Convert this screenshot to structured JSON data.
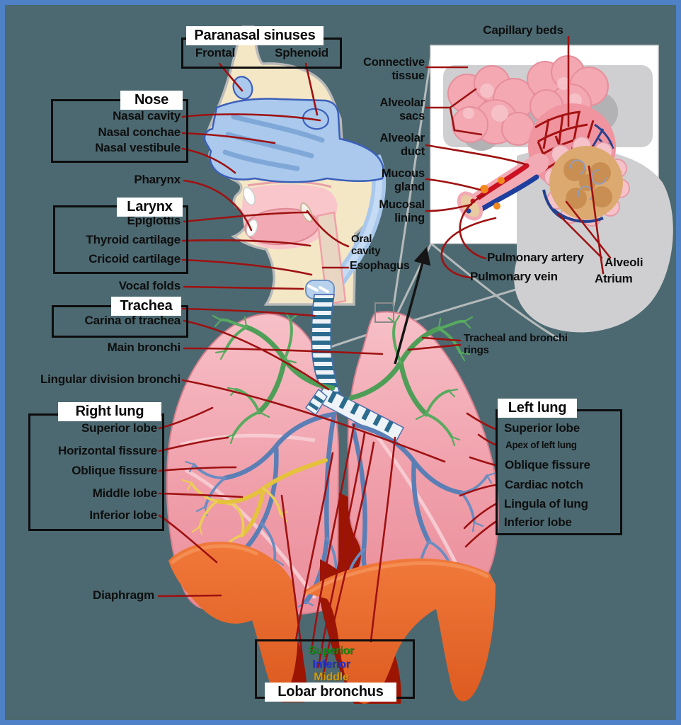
{
  "figure": {
    "background": "#4c6971",
    "border_color": "#4e81c6",
    "leader_line_color": "#9e1111"
  },
  "head_labels": {
    "paranasal": {
      "title": "Paranasal sinuses",
      "frontal": "Frontal",
      "sphenoid": "Sphenoid"
    },
    "nose": {
      "title": "Nose",
      "items": [
        "Nasal cavity",
        "Nasal conchae",
        "Nasal vestibule"
      ]
    },
    "pharynx": "Pharynx",
    "larynx": {
      "title": "Larynx",
      "items": [
        "Epiglottis",
        "Thyroid cartilage",
        "Cricoid cartilage"
      ]
    },
    "vocal_folds": "Vocal folds",
    "trachea": {
      "title": "Trachea",
      "items": [
        "Carina of trachea"
      ]
    },
    "main_bronchi": "Main bronchi",
    "lingular_division": "Lingular division bronchi",
    "oral_cavity": "Oral\ncavity",
    "esophagus": "Esophagus"
  },
  "right_lung": {
    "title": "Right lung",
    "items": [
      "Superior lobe",
      "Horizontal fissure",
      "Oblique fissure",
      "Middle lobe",
      "Inferior lobe"
    ]
  },
  "left_lung": {
    "title": "Left lung",
    "items": [
      "Superior lobe",
      "Apex of left lung",
      "Oblique fissure",
      "Cardiac notch",
      "Lingula of lung",
      "Inferior lobe"
    ]
  },
  "diaphragm": "Diaphragm",
  "tracheal_rings": "Tracheal and bronchi\nrings",
  "inset_labels": {
    "capillary_beds": "Capillary beds",
    "connective_tissue": "Connective\ntissue",
    "alveolar_sacs": "Alveolar\nsacs",
    "alveolar_duct": "Alveolar\nduct",
    "mucous_gland": "Mucous\ngland",
    "mucosal_lining": "Mucosal\nlining",
    "pulmonary_artery": "Pulmonary artery",
    "pulmonary_vein": "Pulmonary vein",
    "alveoli": "Alveoli",
    "atrium": "Atrium"
  },
  "lobar_bronchus": {
    "title": "Lobar bronchus",
    "items": [
      {
        "label": "Superior",
        "color": "#0f8a12"
      },
      {
        "label": "Inferior",
        "color": "#2431d8"
      },
      {
        "label": "Middle",
        "color": "#d59a08"
      }
    ]
  }
}
